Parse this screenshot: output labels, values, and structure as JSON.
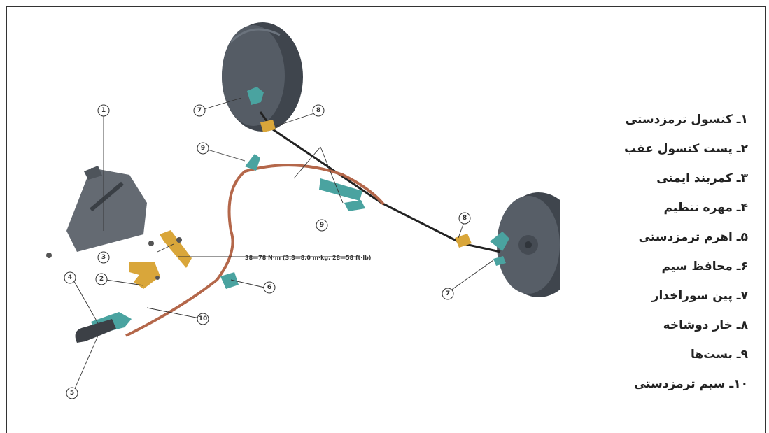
{
  "legend": [
    "۱ـ کنسول ترمزدستی",
    "۲ـ پست کنسول عقب",
    "۳ـ کمربند ایمنی",
    "۴ـ مهره تنظیم",
    "۵ـ اهرم ترمزدستی",
    "۶ـ محافظ سیم",
    "۷ـ پین سوراخدار",
    "۸ـ خار دوشاخه",
    "۹ـ بست‌ها",
    "۱۰ـ سیم ترمزدستی"
  ],
  "torque_spec": "38—78 N·m (3.8—8.0 m·kg, 28—58 ft·lb)",
  "callouts": {
    "c1": "1",
    "c2": "2",
    "c3": "3",
    "c4": "4",
    "c5": "5",
    "c6": "6",
    "c7a": "7",
    "c7b": "7",
    "c8a": "8",
    "c8b": "8",
    "c9a": "9",
    "c9b": "9",
    "c10": "10"
  },
  "colors": {
    "drum": "#4a5058",
    "cable": "#b4674a",
    "bracket": "#d9a63a",
    "part_teal": "#4aa3a0",
    "console": "#646a72"
  }
}
